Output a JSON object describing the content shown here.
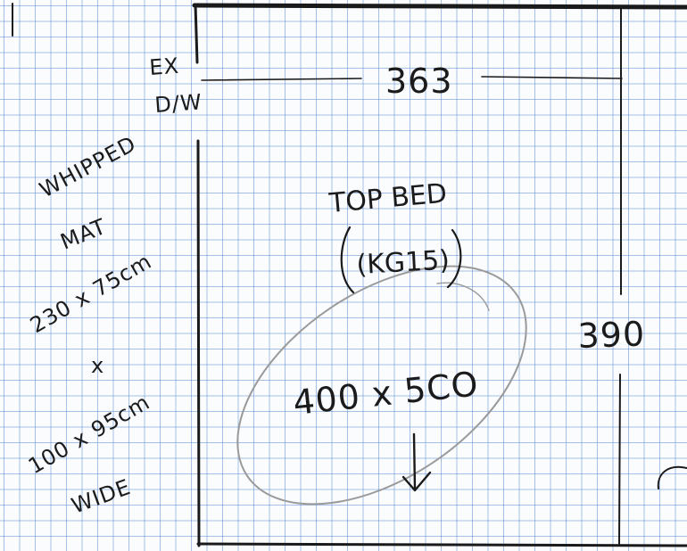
{
  "labels": {
    "ex": "EX",
    "dw": "D/W",
    "width_dim": "363",
    "depth_dim": "390",
    "bed_line1": "TOP BED",
    "bed_line2": "(KG15)",
    "rug_size": "400 x 5CO",
    "mat_lines": [
      "WHIPPED",
      "MAT",
      "230 x 75cm",
      "x",
      "100 x 95cm",
      "WIDE"
    ]
  }
}
